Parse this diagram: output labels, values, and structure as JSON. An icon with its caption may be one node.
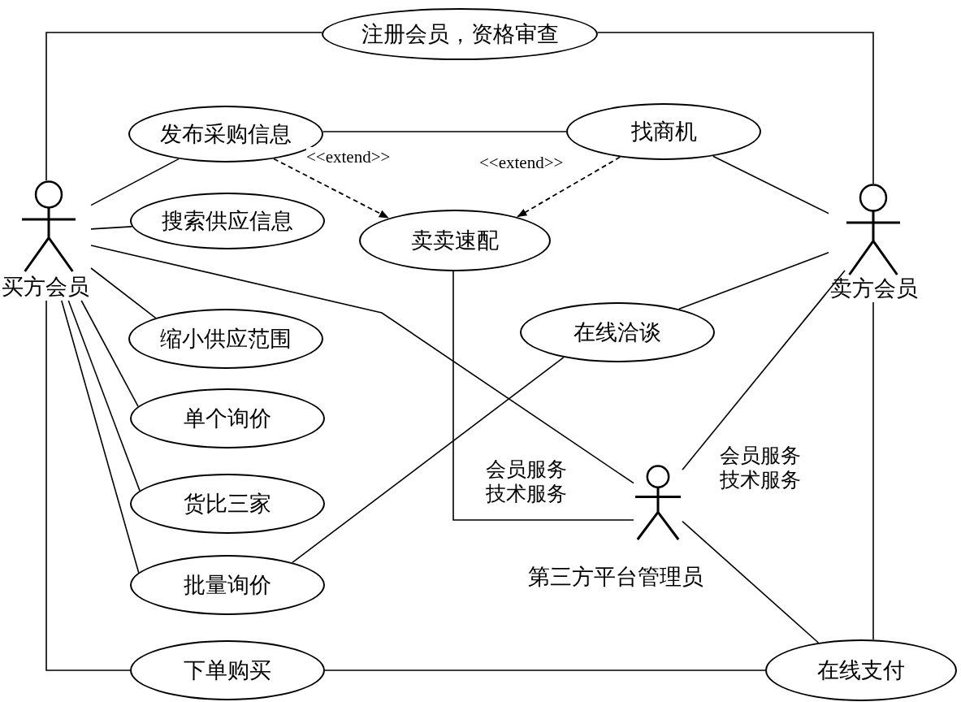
{
  "diagram": {
    "nodes": [
      {
        "text": [
          "买方会员"
        ]
      },
      {
        "text": [
          "注册会员，资格审查"
        ]
      },
      {
        "text": [
          "发布采购信息"
        ]
      },
      {
        "text": [
          "找商机"
        ]
      },
      {
        "text": [
          "搜索供应信息"
        ]
      },
      {
        "text": [
          "卖卖速配"
        ]
      },
      {
        "text": [
          "卖方会员"
        ]
      },
      {
        "text": [
          "缩小供应范围"
        ]
      },
      {
        "text": [
          "在线洽谈"
        ]
      },
      {
        "text": [
          "单个询价"
        ]
      },
      {
        "text": [
          "货比三家"
        ]
      },
      {
        "text": [
          "第三方平台管理员"
        ]
      },
      {
        "text": [
          "批量询价"
        ]
      },
      {
        "text": [
          "下单购买"
        ]
      },
      {
        "text": [
          "在线支付"
        ]
      }
    ],
    "edges": [
      {
        "from": 0,
        "to": 1,
        "arrow": "none"
      },
      {
        "from": 1,
        "to": 6,
        "arrow": "none"
      },
      {
        "from": 0,
        "to": 2,
        "arrow": "none"
      },
      {
        "from": 0,
        "to": 4,
        "arrow": "none"
      },
      {
        "from": 0,
        "to": 7,
        "arrow": "none"
      },
      {
        "from": 0,
        "to": 9,
        "arrow": "none"
      },
      {
        "from": 0,
        "to": 10,
        "arrow": "none"
      },
      {
        "from": 0,
        "to": 12,
        "arrow": "none"
      },
      {
        "from": 0,
        "to": 13,
        "arrow": "none"
      },
      {
        "from": 0,
        "to": 11,
        "arrow": "none"
      },
      {
        "from": 2,
        "to": 3,
        "arrow": "none"
      },
      {
        "from": 2,
        "to": 5,
        "arrow": "to",
        "style": "dashed",
        "label": "<<extend>>"
      },
      {
        "from": 3,
        "to": 5,
        "arrow": "to",
        "style": "dashed",
        "label": "<<extend>>"
      },
      {
        "from": 3,
        "to": 6,
        "arrow": "none"
      },
      {
        "from": 8,
        "to": 6,
        "arrow": "none"
      },
      {
        "from": 11,
        "to": 6,
        "arrow": "none",
        "label": "会员服务技术服务"
      },
      {
        "from": 5,
        "to": 11,
        "arrow": "none",
        "label": "会员服务技术服务"
      },
      {
        "from": 12,
        "to": 8,
        "arrow": "none"
      },
      {
        "from": 13,
        "to": 14,
        "arrow": "none"
      },
      {
        "from": 11,
        "to": 14,
        "arrow": "none"
      },
      {
        "from": 6,
        "to": 14,
        "arrow": "none"
      }
    ]
  }
}
